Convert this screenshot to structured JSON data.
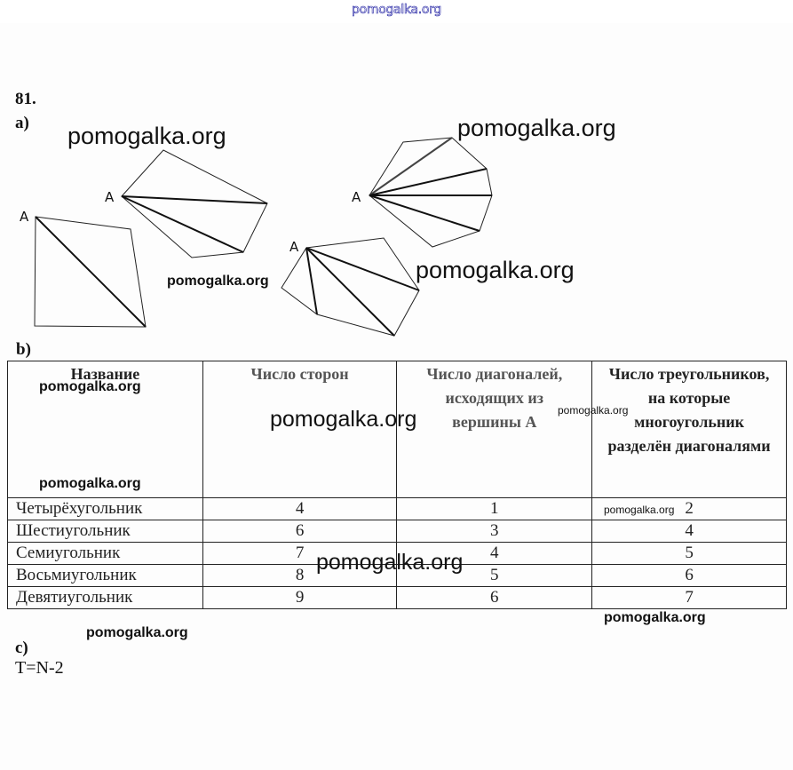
{
  "header": {
    "site_watermark": "pomogalka.org"
  },
  "task": {
    "number": "81.",
    "part_a_label": "a)",
    "part_b_label": "b)",
    "part_c_label": "c)",
    "formula": "T=N-2",
    "vertex_label": "A"
  },
  "figures": [
    {
      "name": "quadrilateral",
      "sides": 4,
      "diagonals_from_A": 1
    },
    {
      "name": "pentagon",
      "sides": 5,
      "diagonals_from_A": 2
    },
    {
      "name": "hexagon",
      "sides": 6,
      "diagonals_from_A": 3
    },
    {
      "name": "heptagon",
      "sides": 7,
      "diagonals_from_A": 4
    }
  ],
  "table": {
    "headers": [
      "Название",
      "Число сторон",
      "Число диагоналей, исходящих из вершины А",
      "Число треугольников, на которые многоугольник разделён диагоналями"
    ],
    "rows": [
      {
        "name": "Четырёхугольник",
        "sides": "4",
        "diagonals": "1",
        "triangles": "2"
      },
      {
        "name": "Шестиугольник",
        "sides": "6",
        "diagonals": "3",
        "triangles": "4"
      },
      {
        "name": "Семиугольник",
        "sides": "7",
        "diagonals": "4",
        "triangles": "5"
      },
      {
        "name": "Восьмиугольник",
        "sides": "8",
        "diagonals": "5",
        "triangles": "6"
      },
      {
        "name": "Девятиугольник",
        "sides": "9",
        "diagonals": "6",
        "triangles": "7"
      }
    ]
  },
  "watermarks": {
    "text": "pomogalka.org"
  }
}
